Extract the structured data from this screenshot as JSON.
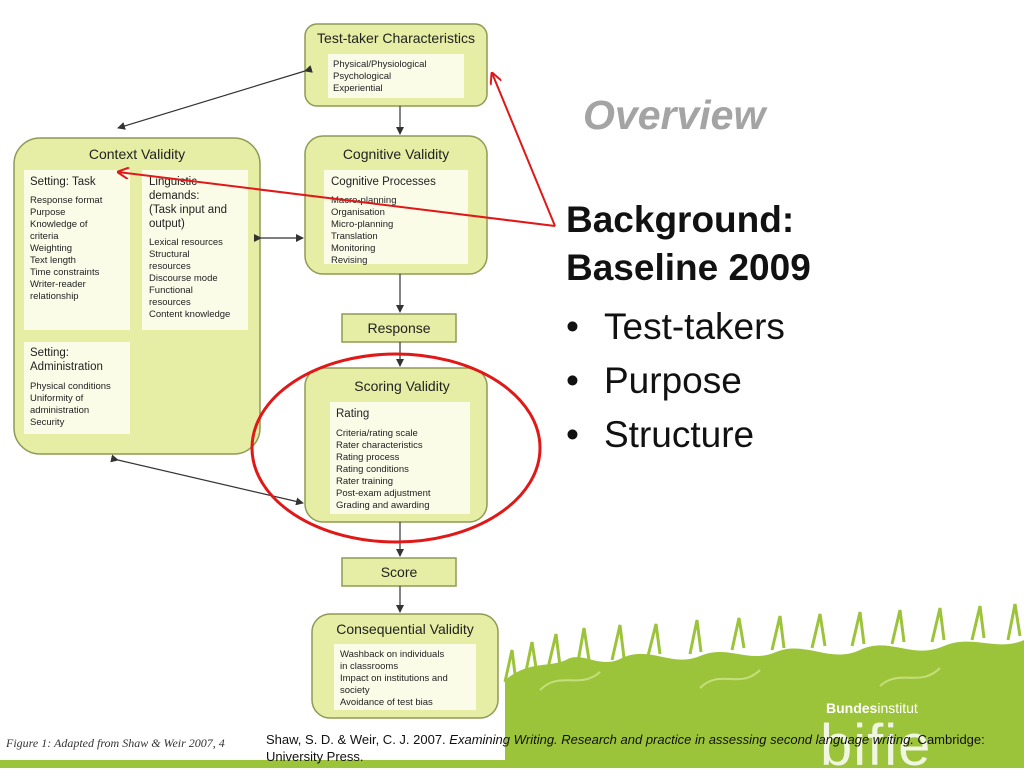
{
  "slide": {
    "title": "Overview",
    "heading_line1": "Background:",
    "heading_line2": "Baseline 2009",
    "bullets": [
      "Test-takers",
      "Purpose",
      "Structure"
    ],
    "reference_plain1": "Shaw, S. D. & Weir, C. J. 2007. ",
    "reference_italic": "Examining Writing. Research and practice in assessing second language writing.",
    "reference_plain2": " Cambridge: University Press.",
    "logo_bold": "Bundes",
    "logo_light": "institut",
    "logo_main": "bifie"
  },
  "figure": {
    "caption": "Figure 1: Adapted from Shaw & Weir 2007, 4",
    "test_taker": {
      "title": "Test-taker Characteristics",
      "items": [
        "Physical/Physiological",
        "Psychological",
        "Experiential"
      ]
    },
    "context": {
      "title": "Context Validity",
      "setting_task": {
        "heading": "Setting: Task",
        "items": [
          "Response format",
          "Purpose",
          "Knowledge of",
          "criteria",
          "Weighting",
          "Text length",
          "Time constraints",
          "Writer-reader",
          "relationship"
        ]
      },
      "linguistic": {
        "heading_lines": [
          "Linguistic",
          "demands:",
          "(Task input and",
          "output)"
        ],
        "items": [
          "Lexical resources",
          "Structural",
          "resources",
          "Discourse mode",
          "Functional",
          "resources",
          "Content knowledge"
        ]
      },
      "setting_admin": {
        "heading_lines": [
          "Setting:",
          "Administration"
        ],
        "items": [
          "Physical conditions",
          "Uniformity of",
          "administration",
          "Security"
        ]
      }
    },
    "cognitive": {
      "title": "Cognitive Validity",
      "heading": "Cognitive Processes",
      "items": [
        "Macro-planning",
        "Organisation",
        "Micro-planning",
        "Translation",
        "Monitoring",
        "Revising"
      ]
    },
    "response_label": "Response",
    "scoring": {
      "title": "Scoring Validity",
      "heading": "Rating",
      "items": [
        "Criteria/rating scale",
        "Rater characteristics",
        "Rating process",
        "Rating conditions",
        "Rater training",
        "Post-exam adjustment",
        "Grading and awarding"
      ]
    },
    "score_label": "Score",
    "consequential": {
      "title": "Consequential Validity",
      "items": [
        "Washback on individuals",
        "in classrooms",
        "Impact on institutions and",
        "society",
        "Avoidance of test bias"
      ]
    }
  },
  "colors": {
    "box_fill": "#e6eda4",
    "box_stroke": "#8f9a55",
    "inner_fill": "#fbfce8",
    "annotation_red": "#e01818",
    "logo_green": "#9cc43a",
    "title_gray": "#a4a4a4"
  }
}
